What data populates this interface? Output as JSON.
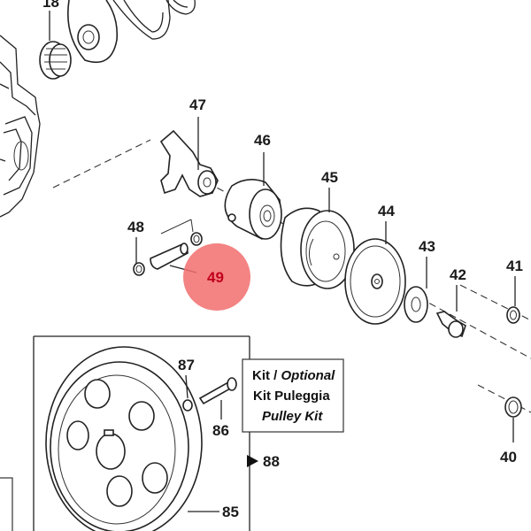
{
  "diagram": {
    "highlight_color": "#f26d6d",
    "callouts": {
      "c18": "18",
      "c47": "47",
      "c46": "46",
      "c45": "45",
      "c44": "44",
      "c43": "43",
      "c42": "42",
      "c41": "41",
      "c40": "40",
      "c48": "48",
      "c49": "49",
      "c87": "87",
      "c86": "86",
      "c85": "85",
      "c88": "88"
    },
    "kit_box": {
      "line1_a": "Kit / ",
      "line1_b": "Optional",
      "line2": "Kit Puleggia",
      "line3": "Pulley Kit"
    }
  }
}
